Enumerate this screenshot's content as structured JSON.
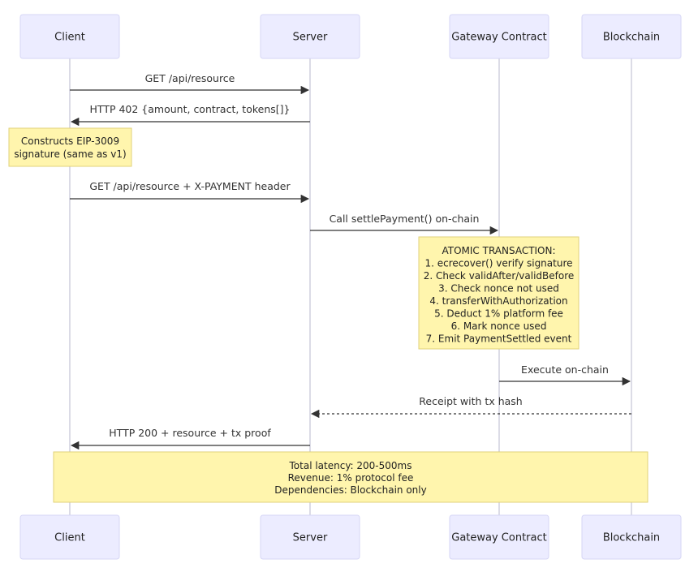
{
  "actors": [
    {
      "id": "client",
      "label": "Client"
    },
    {
      "id": "server",
      "label": "Server"
    },
    {
      "id": "gateway",
      "label": "Gateway Contract"
    },
    {
      "id": "blockchain",
      "label": "Blockchain"
    }
  ],
  "messages": [
    {
      "from": "client",
      "to": "server",
      "label": "GET /api/resource",
      "style": "solid"
    },
    {
      "from": "server",
      "to": "client",
      "label": "HTTP 402 {amount, contract, tokens[]}",
      "style": "solid"
    },
    {
      "from": "client",
      "to": "server",
      "label": "GET /api/resource + X-PAYMENT header",
      "style": "solid"
    },
    {
      "from": "server",
      "to": "gateway",
      "label": "Call settlePayment() on-chain",
      "style": "solid"
    },
    {
      "from": "gateway",
      "to": "blockchain",
      "label": "Execute on-chain",
      "style": "solid"
    },
    {
      "from": "blockchain",
      "to": "server",
      "label": "Receipt with tx hash",
      "style": "dashed"
    },
    {
      "from": "server",
      "to": "client",
      "label": "HTTP 200 + resource + tx proof",
      "style": "solid"
    }
  ],
  "notes": [
    {
      "over": [
        "client"
      ],
      "lines": [
        "Constructs EIP-3009",
        "signature (same as v1)"
      ]
    },
    {
      "over": [
        "gateway"
      ],
      "lines": [
        "ATOMIC TRANSACTION:",
        "1. ecrecover() verify signature",
        "2. Check validAfter/validBefore",
        "3. Check nonce not used",
        "4. transferWithAuthorization",
        "5. Deduct 1% platform fee",
        "6. Mark nonce used",
        "7. Emit PaymentSettled event"
      ]
    },
    {
      "over": [
        "client",
        "blockchain"
      ],
      "lines": [
        "Total latency: 200-500ms",
        "Revenue: 1% protocol fee",
        "Dependencies: Blockchain only"
      ]
    }
  ],
  "colors": {
    "actor_fill": "#ececff",
    "note_fill": "#fff5ad",
    "line": "#333333"
  }
}
